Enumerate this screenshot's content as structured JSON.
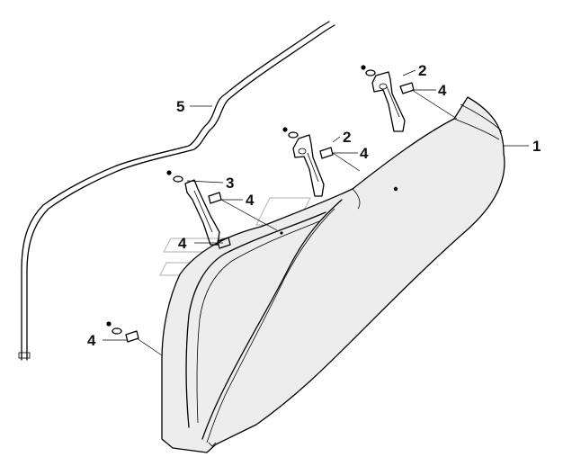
{
  "callouts": {
    "fender": "1",
    "bracket_top_right": "2",
    "bracket_middle": "2",
    "bracket_left": "3",
    "clip_top_right": "4",
    "clip_middle": "4",
    "clip_left_upper": "4",
    "clip_left_lower": "4",
    "clip_bottom": "4",
    "seal_strip": "5"
  },
  "colors": {
    "line": "#000000",
    "fender_fill": "#ededed",
    "watermark": "#bdbdbd",
    "background": "#ffffff"
  }
}
